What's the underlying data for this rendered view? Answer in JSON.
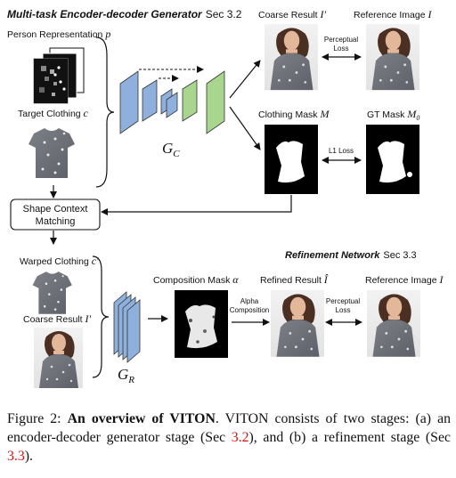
{
  "top_title": {
    "bold": "Multi-task Encoder-decoder Generator",
    "sec": "Sec 3.2"
  },
  "labels": {
    "person_rep": "Person Representation",
    "person_rep_sym": "p",
    "target_clothing": "Target Clothing",
    "target_clothing_sym": "c",
    "coarse_result": "Coarse Result",
    "coarse_sym": "I′",
    "reference_image": "Reference Image",
    "reference_sym": "I",
    "perceptual_loss": [
      "Perceptual",
      "Loss"
    ],
    "clothing_mask": "Clothing Mask",
    "clothing_mask_sym": "M",
    "gt_mask": "GT Mask",
    "gt_mask_sym": "M",
    "gt_mask_sub": "0",
    "l1_loss": "L1 Loss",
    "gc": "G",
    "gc_sub": "C",
    "shape_context": [
      "Shape Context",
      "Matching"
    ],
    "refinement": {
      "bold": "Refinement Network",
      "sec": "Sec 3.3"
    },
    "warped_clothing": "Warped Clothing",
    "warped_sym": "c′",
    "coarse_result_2": "Coarse Result",
    "coarse_sym_2": "I′",
    "composition_mask": "Composition Mask",
    "alpha_sym": "α",
    "alpha_composition": [
      "Alpha",
      "Composition"
    ],
    "refined_result": "Refined Result",
    "refined_sym": "Î",
    "perceptual_loss_2": [
      "Perceptual",
      "Loss"
    ],
    "reference_image_2": "Reference Image",
    "reference_sym_2": "I",
    "gr": "G",
    "gr_sub": "R"
  },
  "caption": {
    "label": "Figure 2:",
    "title": "An overview of VITON",
    "text_a": ". VITON consists of two stages: (a) an encoder-decoder generator stage (Sec ",
    "ref_a": "3.2",
    "text_b": "), and (b) a refinement stage (Sec ",
    "ref_b": "3.3",
    "text_c": ")."
  },
  "colors": {
    "encoder": "#8fb0dc",
    "decoder": "#a9d68f",
    "ref": "#dd1111"
  }
}
